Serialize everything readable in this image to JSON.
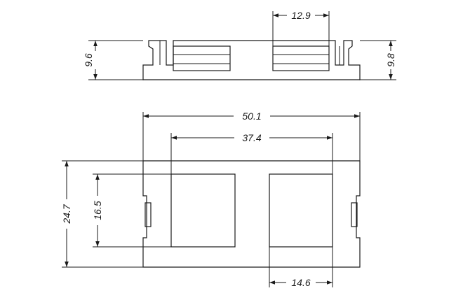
{
  "dimensions": {
    "top_pocket_width": "12.9",
    "left_height": "9.6",
    "right_height": "9.8",
    "overall_width": "50.1",
    "inner_span": "37.4",
    "overall_height": "24.7",
    "window_height": "16.5",
    "window_width": "14.6"
  },
  "colors": {
    "line": "#1a1a1a",
    "background": "#ffffff"
  }
}
